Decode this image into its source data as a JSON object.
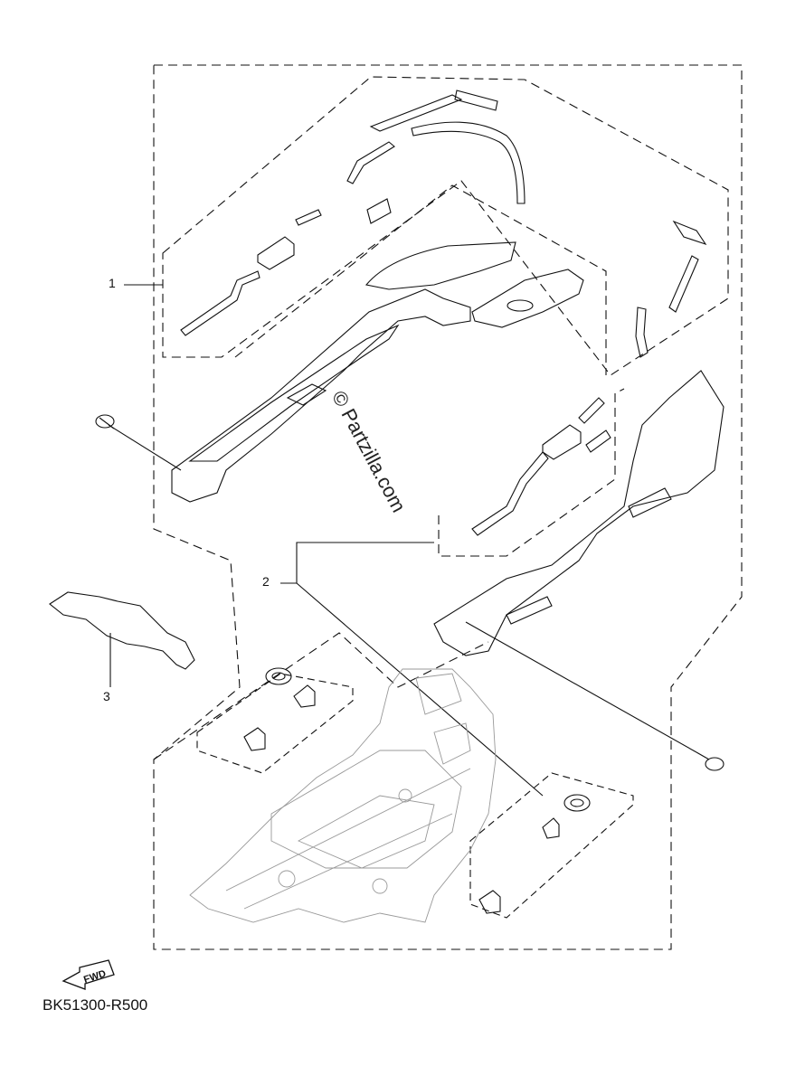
{
  "callouts": [
    {
      "id": "1",
      "label": "1"
    },
    {
      "id": "2",
      "label": "2"
    },
    {
      "id": "3",
      "label": "3"
    }
  ],
  "direction_badge": {
    "label": "FWD"
  },
  "diagram_code": "BK51300-R500",
  "watermark": "© Partzilla.com"
}
